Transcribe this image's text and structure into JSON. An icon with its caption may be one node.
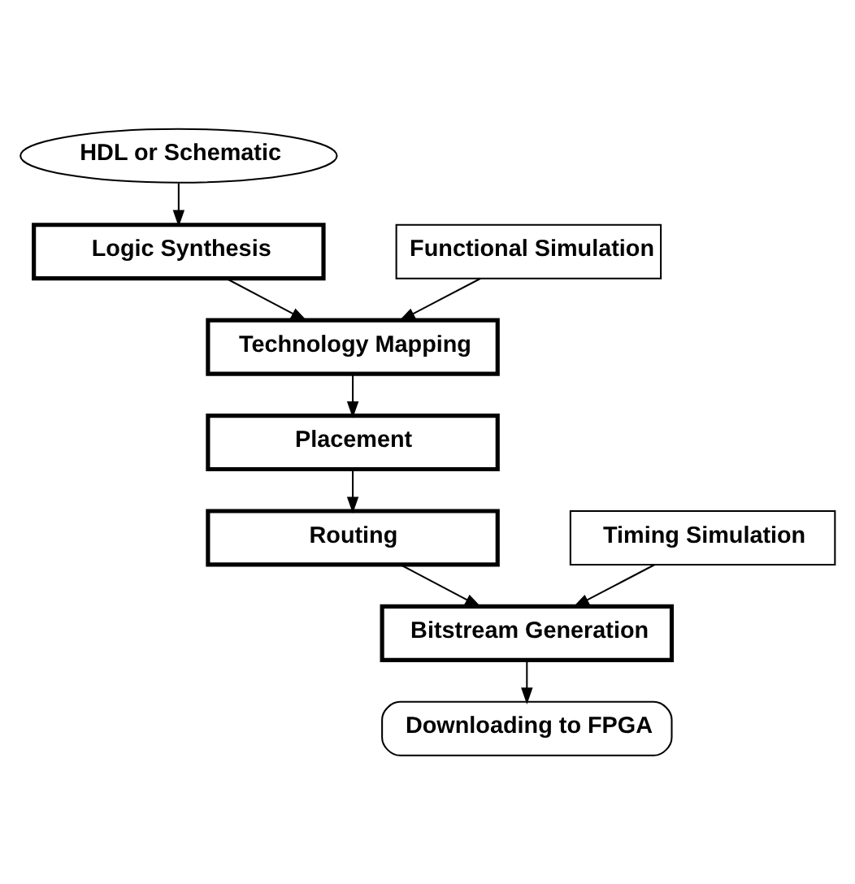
{
  "diagram": {
    "nodes": [
      {
        "text": [
          "HDL or Schematic"
        ]
      },
      {
        "text": [
          "Logic Synthesis"
        ]
      },
      {
        "text": [
          "Functional Simulation"
        ]
      },
      {
        "text": [
          "Technology Mapping"
        ]
      },
      {
        "text": [
          "Placement"
        ]
      },
      {
        "text": [
          "Routing"
        ]
      },
      {
        "text": [
          "Timing Simulation"
        ]
      },
      {
        "text": [
          "Bitstream Generation"
        ]
      },
      {
        "text": [
          "Downloading to FPGA"
        ]
      }
    ],
    "edges": [
      {
        "from": 0,
        "to": 1,
        "arrow": "to"
      },
      {
        "from": 1,
        "to": 3,
        "arrow": "to"
      },
      {
        "from": 2,
        "to": 3,
        "arrow": "to"
      },
      {
        "from": 3,
        "to": 4,
        "arrow": "to"
      },
      {
        "from": 4,
        "to": 5,
        "arrow": "to"
      },
      {
        "from": 5,
        "to": 7,
        "arrow": "to"
      },
      {
        "from": 6,
        "to": 7,
        "arrow": "to"
      },
      {
        "from": 7,
        "to": 8,
        "arrow": "to"
      }
    ]
  }
}
